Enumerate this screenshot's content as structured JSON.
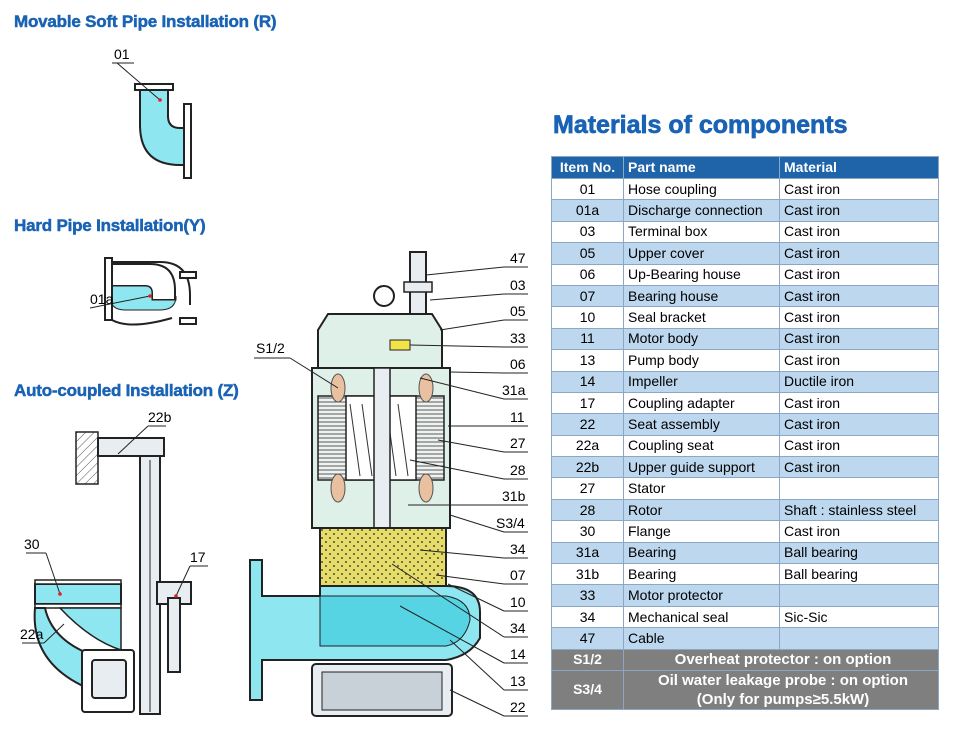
{
  "sections": {
    "soft_pipe_title": "Movable Soft Pipe Installation (R)",
    "hard_pipe_title": "Hard Pipe  Installation(Y)",
    "auto_coupled_title": "Auto-coupled Installation (Z)"
  },
  "callouts": {
    "soft_pipe": [
      "01"
    ],
    "hard_pipe": [
      "01a"
    ],
    "auto_coupled": [
      "22b",
      "30",
      "17",
      "22a"
    ],
    "pump_left": [
      "S1/2"
    ],
    "pump_right": [
      "47",
      "03",
      "05",
      "33",
      "06",
      "31a",
      "11",
      "27",
      "28",
      "31b",
      "S3/4",
      "34",
      "07",
      "10",
      "34",
      "14",
      "13",
      "22"
    ]
  },
  "materials": {
    "title": "Materials of components",
    "headers": [
      "Item No.",
      "Part name",
      "Material"
    ],
    "rows": [
      {
        "no": "01",
        "part": "Hose coupling",
        "material": "Cast iron"
      },
      {
        "no": "01a",
        "part": "Discharge connection",
        "material": "Cast iron"
      },
      {
        "no": "03",
        "part": "Terminal box",
        "material": "Cast iron"
      },
      {
        "no": "05",
        "part": "Upper cover",
        "material": "Cast iron"
      },
      {
        "no": "06",
        "part": "Up-Bearing house",
        "material": "Cast iron"
      },
      {
        "no": "07",
        "part": "Bearing house",
        "material": "Cast iron"
      },
      {
        "no": "10",
        "part": "Seal bracket",
        "material": "Cast iron"
      },
      {
        "no": "11",
        "part": "Motor body",
        "material": "Cast iron"
      },
      {
        "no": "13",
        "part": "Pump body",
        "material": "Cast iron"
      },
      {
        "no": "14",
        "part": "Impeller",
        "material": "Ductile iron"
      },
      {
        "no": "17",
        "part": "Coupling adapter",
        "material": "Cast iron"
      },
      {
        "no": "22",
        "part": "Seat assembly",
        "material": "Cast iron"
      },
      {
        "no": "22a",
        "part": "Coupling seat",
        "material": "Cast iron"
      },
      {
        "no": "22b",
        "part": "Upper guide support",
        "material": "Cast iron"
      },
      {
        "no": "27",
        "part": "Stator",
        "material": ""
      },
      {
        "no": "28",
        "part": "Rotor",
        "material": "Shaft : stainless steel"
      },
      {
        "no": "30",
        "part": "Flange",
        "material": "Cast iron"
      },
      {
        "no": "31a",
        "part": "Bearing",
        "material": "Ball bearing"
      },
      {
        "no": "31b",
        "part": "Bearing",
        "material": "Ball bearing"
      },
      {
        "no": "33",
        "part": "Motor protector",
        "material": ""
      },
      {
        "no": "34",
        "part": "Mechanical seal",
        "material": "Sic-Sic"
      },
      {
        "no": "47",
        "part": "Cable",
        "material": ""
      }
    ],
    "options": [
      {
        "no": "S1/2",
        "text": "Overheat protector : on option"
      },
      {
        "no": "S3/4",
        "text_line1": "Oil water leakage probe : on option",
        "text_line2": "(Only for pumps≥5.5kW)"
      }
    ]
  },
  "colors": {
    "title_blue": "#1a63b4",
    "header_blue": "#1f63a8",
    "row_alt": "#bcd7ee",
    "option_gray": "#7f7f7f",
    "pipe_cyan": "#8ee6f0",
    "motor_green": "#dff0e8",
    "oil_yellow": "#e5dc6a"
  }
}
